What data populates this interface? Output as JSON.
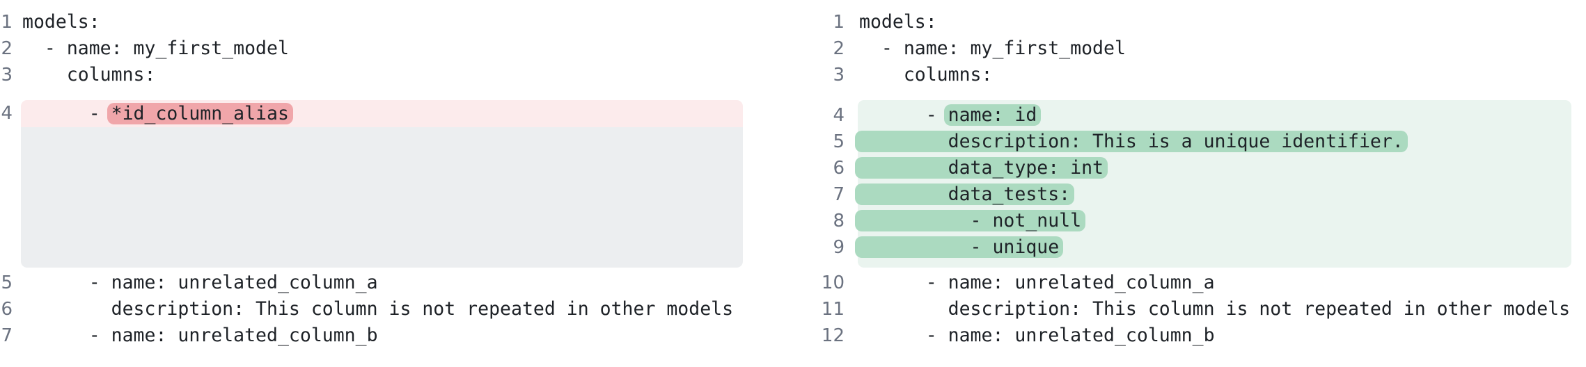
{
  "colors": {
    "code_text": "#1e2227",
    "line_number": "#6b7280",
    "removed_line_bg": "#fcebec",
    "removed_token_bg": "#f0a6aa",
    "collapsed_filler_bg": "#eceef0",
    "added_line_bg": "#eaf4ef",
    "added_token_bg": "#abdac0"
  },
  "left_panel": {
    "lines_before": [
      {
        "num": "1",
        "text": "models:"
      },
      {
        "num": "2",
        "text": "  - name: my_first_model"
      },
      {
        "num": "3",
        "text": "    columns:"
      }
    ],
    "removed_line": {
      "num": "4",
      "prefix": "      - ",
      "highlight": "*id_column_alias"
    },
    "lines_after": [
      {
        "num": "5",
        "text": "      - name: unrelated_column_a"
      },
      {
        "num": "6",
        "text": "        description: This column is not repeated in other models"
      },
      {
        "num": "7",
        "text": "      - name: unrelated_column_b"
      }
    ]
  },
  "right_panel": {
    "lines_before": [
      {
        "num": "1",
        "text": "models:"
      },
      {
        "num": "2",
        "text": "  - name: my_first_model"
      },
      {
        "num": "3",
        "text": "    columns:"
      }
    ],
    "added_lines": [
      {
        "num": "4",
        "prefix": "      - ",
        "highlight": "name: id"
      },
      {
        "num": "5",
        "prefix": "",
        "highlight": "        description: This is a unique identifier."
      },
      {
        "num": "6",
        "prefix": "",
        "highlight": "        data_type: int"
      },
      {
        "num": "7",
        "prefix": "",
        "highlight": "        data_tests:"
      },
      {
        "num": "8",
        "prefix": "",
        "highlight": "          - not_null"
      },
      {
        "num": "9",
        "prefix": "",
        "highlight": "          - unique"
      }
    ],
    "lines_after": [
      {
        "num": "10",
        "text": "      - name: unrelated_column_a"
      },
      {
        "num": "11",
        "text": "        description: This column is not repeated in other models"
      },
      {
        "num": "12",
        "text": "      - name: unrelated_column_b"
      }
    ]
  }
}
